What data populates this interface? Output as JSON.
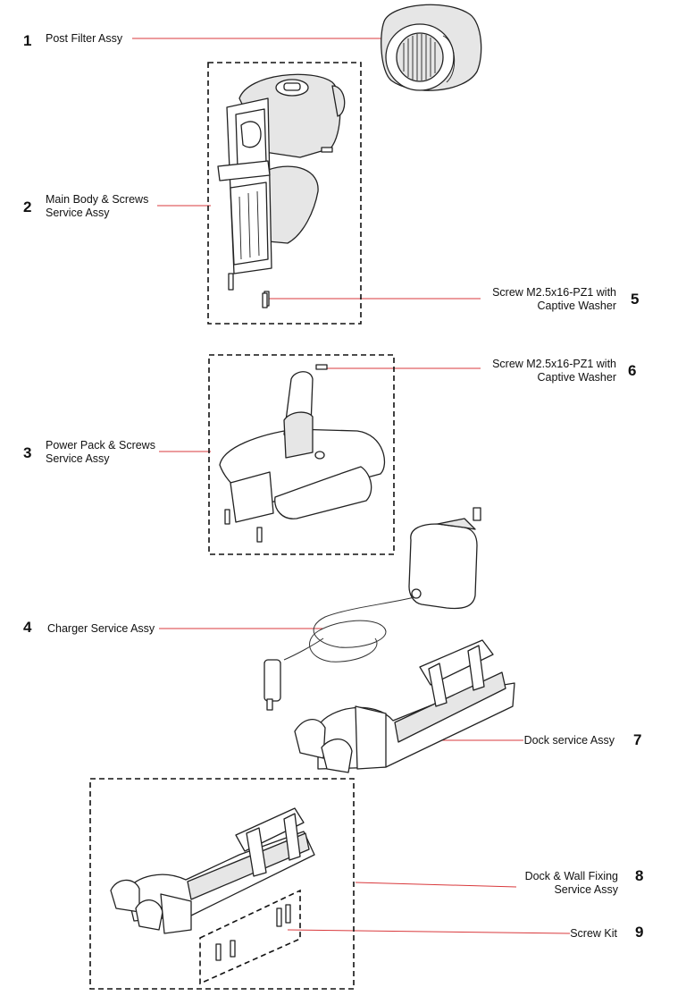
{
  "parts": [
    {
      "number": "1",
      "label_lines": [
        "Post Filter Assy"
      ]
    },
    {
      "number": "2",
      "label_lines": [
        "Main Body & Screws",
        "Service Assy"
      ]
    },
    {
      "number": "3",
      "label_lines": [
        "Power Pack & Screws",
        "Service Assy"
      ]
    },
    {
      "number": "4",
      "label_lines": [
        "Charger Service Assy"
      ]
    },
    {
      "number": "5",
      "label_lines": [
        "Screw M2.5x16-PZ1 with",
        "Captive Washer"
      ]
    },
    {
      "number": "6",
      "label_lines": [
        "Screw M2.5x16-PZ1 with",
        "Captive Washer"
      ]
    },
    {
      "number": "7",
      "label_lines": [
        "Dock service Assy"
      ]
    },
    {
      "number": "8",
      "label_lines": [
        "Dock & Wall Fixing",
        "Service Assy"
      ]
    },
    {
      "number": "9",
      "label_lines": [
        "Screw Kit"
      ]
    }
  ],
  "colors": {
    "leader_line": "#d9393c",
    "outline": "#222222",
    "shade": "#e6e6e6"
  },
  "icons": [
    "post-filter-icon",
    "main-body-icon",
    "screw-icon",
    "power-pack-icon",
    "charger-icon",
    "dock-icon",
    "dock-wall-fixing-icon"
  ]
}
